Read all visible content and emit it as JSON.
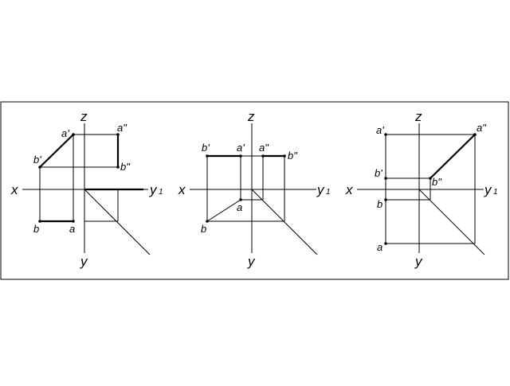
{
  "axes": {
    "x": "x",
    "y": "y",
    "z": "z",
    "y1": "y",
    "y1_sub": "1"
  },
  "panels": [
    {
      "points": {
        "a1": "a'",
        "a2": "a\"",
        "b1": "b'",
        "b2": "b\"",
        "a": "a",
        "b": "b"
      }
    },
    {
      "points": {
        "b1": "b'",
        "a1": "a'",
        "a2": "a\"",
        "b2": "b\"",
        "a": "a",
        "b": "b"
      }
    },
    {
      "points": {
        "a1": "a'",
        "a2": "a\"",
        "b1": "b'",
        "b2": "b\"",
        "b": "b",
        "a": "a"
      }
    }
  ]
}
